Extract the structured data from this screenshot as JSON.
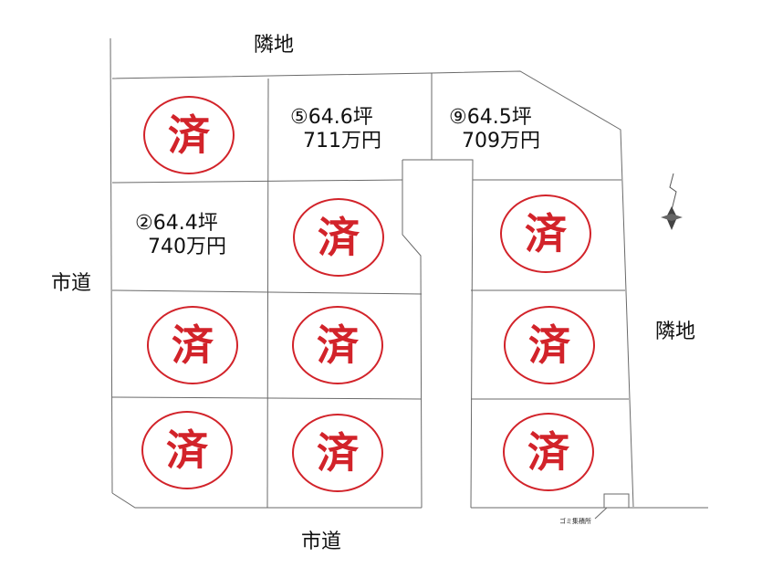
{
  "labels": {
    "neighbor_top": "隣地",
    "neighbor_right": "隣地",
    "road_left": "市道",
    "road_bottom": "市道",
    "garbage_station": "ゴミ集積所"
  },
  "lots": [
    {
      "id": "lot-top-left",
      "status": "済"
    },
    {
      "id": "lot-5",
      "number": "⑤",
      "area": "64.6坪",
      "price": "711万円",
      "status": "available"
    },
    {
      "id": "lot-9",
      "number": "⑨",
      "area": "64.5坪",
      "price": "709万円",
      "status": "available"
    },
    {
      "id": "lot-2",
      "number": "②",
      "area": "64.4坪",
      "price": "740万円",
      "status": "available"
    },
    {
      "id": "lot-mid-row2",
      "status": "済"
    },
    {
      "id": "lot-right-row2",
      "status": "済"
    },
    {
      "id": "lot-left-row3",
      "status": "済"
    },
    {
      "id": "lot-mid-row3",
      "status": "済"
    },
    {
      "id": "lot-right-row3",
      "status": "済"
    },
    {
      "id": "lot-left-row4",
      "status": "済"
    },
    {
      "id": "lot-mid-row4",
      "status": "済"
    },
    {
      "id": "lot-right-row4",
      "status": "済"
    }
  ],
  "stamp_text": "済",
  "colors": {
    "stamp": "#d2232a",
    "lines": "#6a6a6a"
  },
  "icons": [
    "north-arrow-icon"
  ]
}
